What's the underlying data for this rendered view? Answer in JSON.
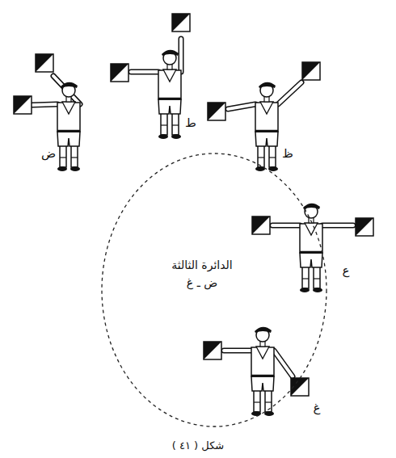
{
  "diagram": {
    "caption": "شكل ( ٤١ )",
    "nodes": [
      {
        "text": [
          "الدائرة الثالثة",
          "ض ـ غ"
        ]
      }
    ],
    "edges": [],
    "labels": [
      "ض",
      "ط",
      "ظ",
      "ع",
      "غ"
    ]
  }
}
